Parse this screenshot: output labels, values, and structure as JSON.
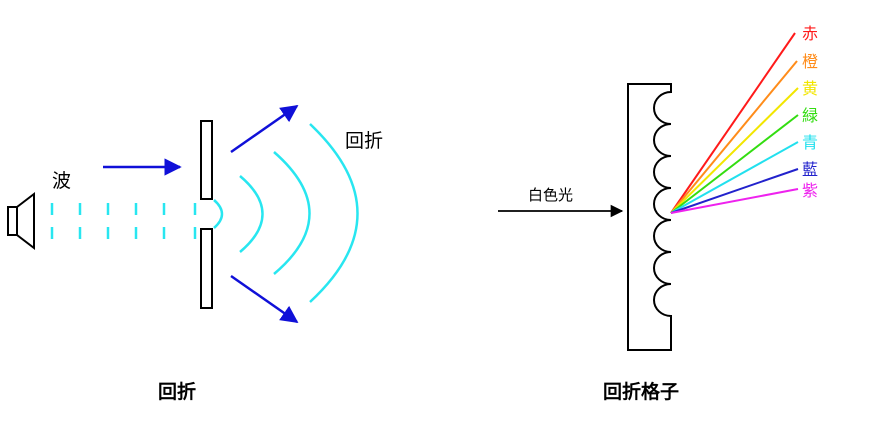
{
  "left_diagram": {
    "wave_label": "波",
    "diffraction_label": "回折",
    "caption": "回折",
    "colors": {
      "incident_arrow": "#1010d8",
      "wave": "#28e6f0",
      "outline": "#000000"
    },
    "icons": [
      "speaker-icon",
      "slit-barrier",
      "arrow-right-icon"
    ]
  },
  "right_diagram": {
    "incident_label": "白色光",
    "caption": "回折格子",
    "spectrum": [
      {
        "label": "赤",
        "color": "#ff1a1a"
      },
      {
        "label": "橙",
        "color": "#ff8c1a"
      },
      {
        "label": "黄",
        "color": "#f2e600"
      },
      {
        "label": "緑",
        "color": "#33dd11"
      },
      {
        "label": "青",
        "color": "#22e0ee"
      },
      {
        "label": "藍",
        "color": "#2222cc"
      },
      {
        "label": "紫",
        "color": "#ee22ee"
      }
    ]
  }
}
